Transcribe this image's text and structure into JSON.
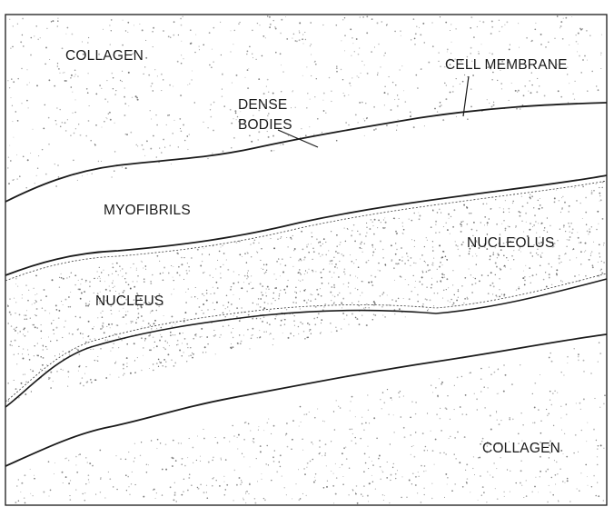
{
  "labels": {
    "collagen_top": "COLLAGEN",
    "cell_membrane": "CELL MEMBRANE",
    "dense_bodies_line1": "DENSE",
    "dense_bodies_line2": "BODIES",
    "myofibrils": "MYOFIBRILS",
    "nucleolus": "NUCLEOLUS",
    "nucleus": "NUCLEUS",
    "collagen_bottom": "COLLAGEN"
  },
  "colors": {
    "ink": "#1a1a1a",
    "stipple": "#5a5a5a",
    "background": "#ffffff"
  }
}
